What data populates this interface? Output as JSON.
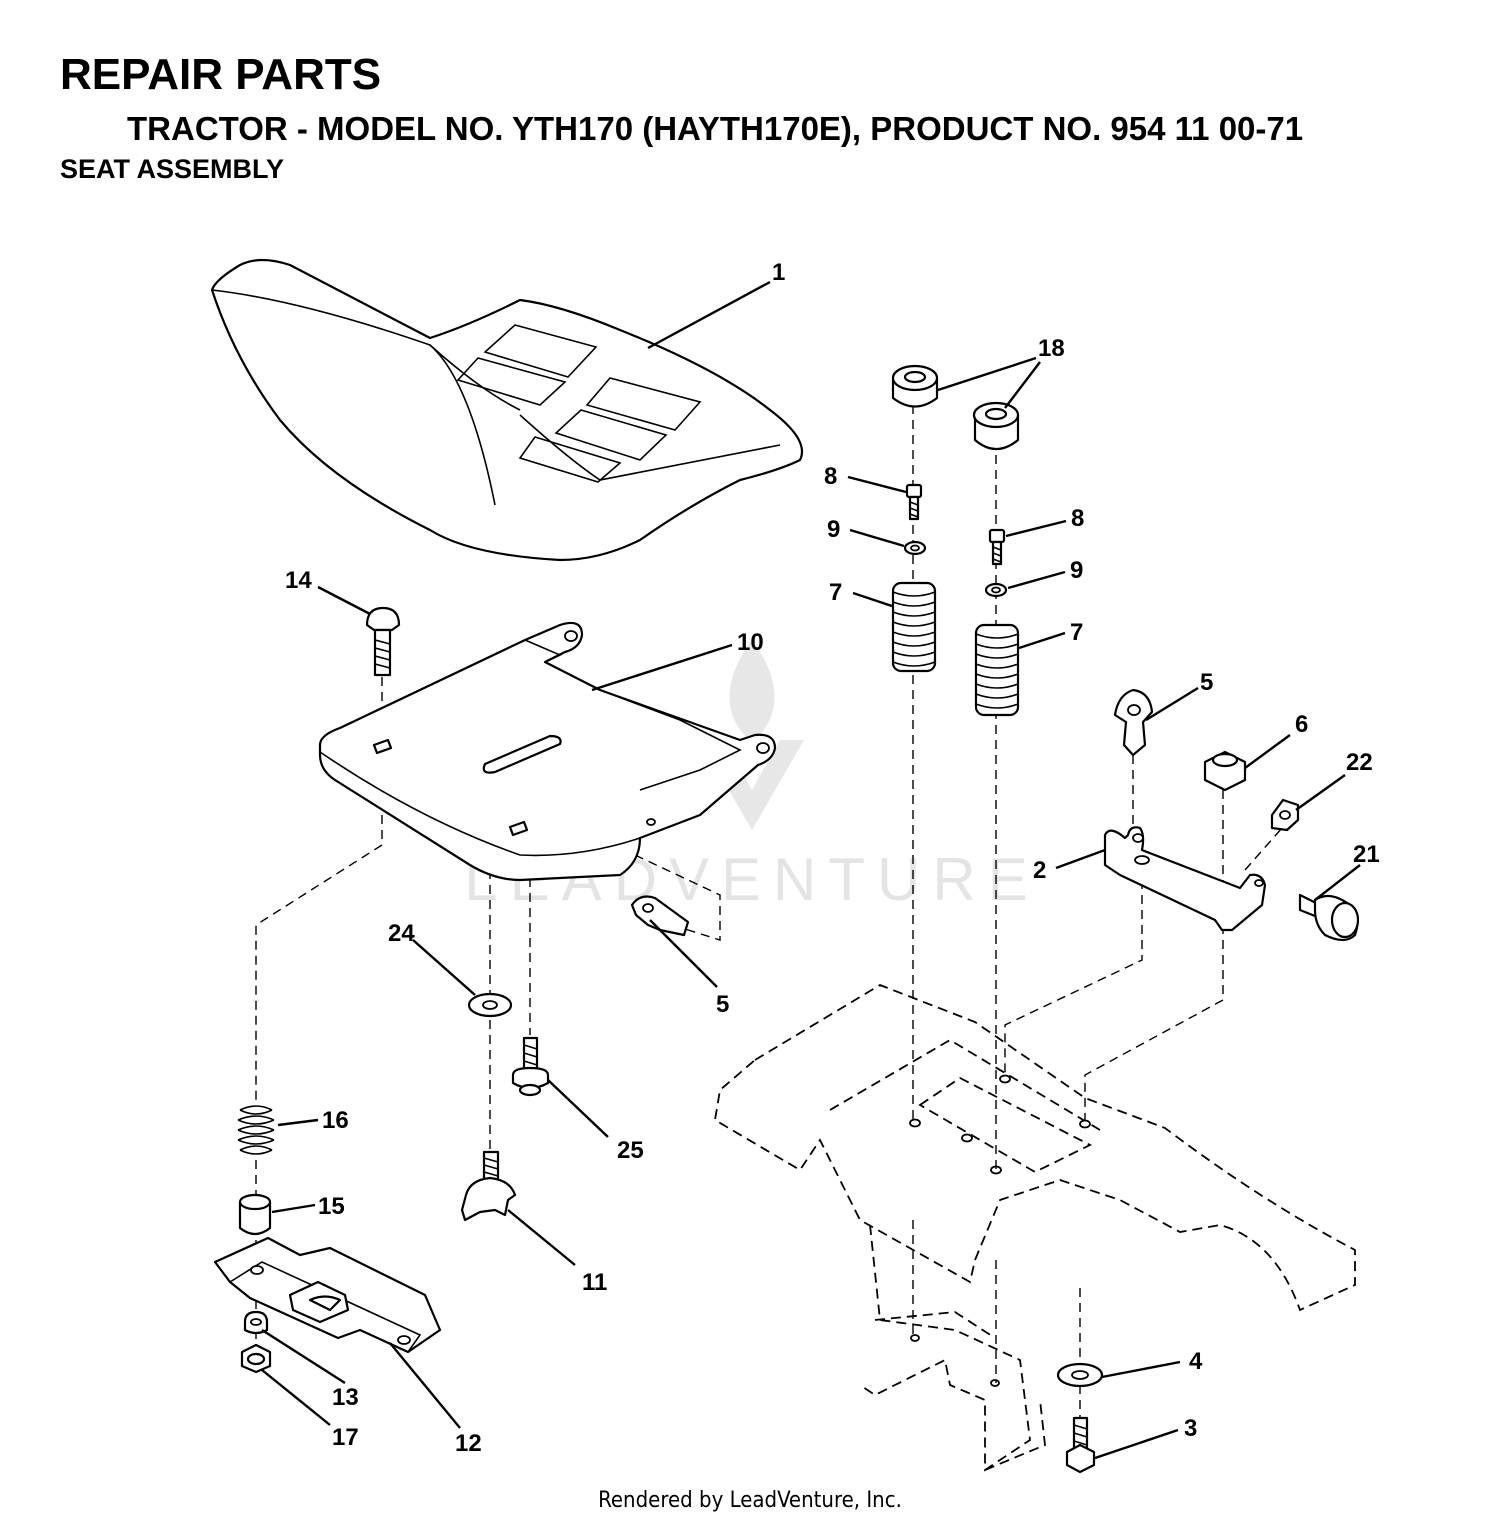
{
  "header": {
    "title": "REPAIR PARTS",
    "subtitle": "TRACTOR - MODEL NO. YTH170 (HAYTH170E), PRODUCT NO. 954 11 00-71",
    "section": "SEAT ASSEMBLY"
  },
  "watermark": "LEADVENTURE",
  "footer": "Rendered by LeadVenture, Inc.",
  "callouts": {
    "c1": "1",
    "c18": "18",
    "c8a": "8",
    "c8b": "8",
    "c9a": "9",
    "c9b": "9",
    "c7a": "7",
    "c7b": "7",
    "c14": "14",
    "c10": "10",
    "c5a": "5",
    "c5b": "5",
    "c6": "6",
    "c22": "22",
    "c2": "2",
    "c21": "21",
    "c24": "24",
    "c25": "25",
    "c16": "16",
    "c15": "15",
    "c11": "11",
    "c13": "13",
    "c17": "17",
    "c12": "12",
    "c4": "4",
    "c3": "3"
  }
}
